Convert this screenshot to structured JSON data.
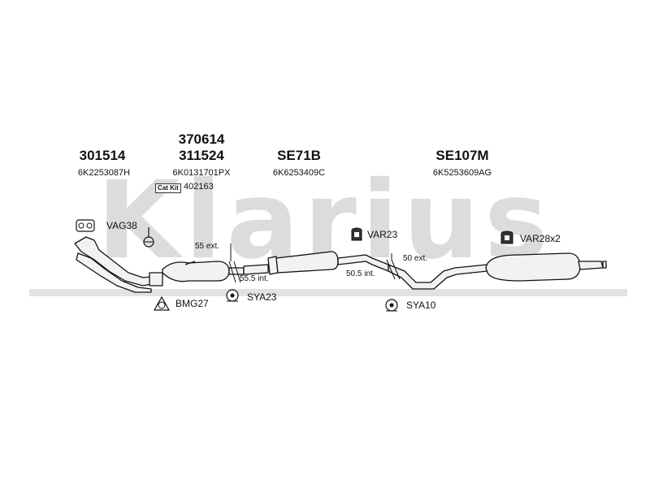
{
  "watermark": "Klarius",
  "components": [
    {
      "part": "301514",
      "oem": "6K2253087H"
    },
    {
      "part_top": "370614",
      "part": "311524",
      "oem": "6K0131701PX",
      "catkit_label": "Cat Kit",
      "catkit_number": "402163"
    },
    {
      "part": "SE71B",
      "oem": "6K6253409C"
    },
    {
      "part": "SE107M",
      "oem": "6K5253609AG"
    }
  ],
  "fittings": {
    "vag": "VAG38",
    "var_mid": "VAR23",
    "var_rear": "VAR28x2",
    "bmg": "BMG27",
    "sya_front": "SYA23",
    "sya_rear": "SYA10"
  },
  "dimensions": {
    "d1": "55 ext.",
    "d2": "55.5 int.",
    "d3": "50 ext.",
    "d4": "50.5 int."
  },
  "icons": [
    "gasket-icon",
    "clamp-icon",
    "hanger-icon",
    "flange-gasket-icon",
    "rubber-mount-icon"
  ]
}
